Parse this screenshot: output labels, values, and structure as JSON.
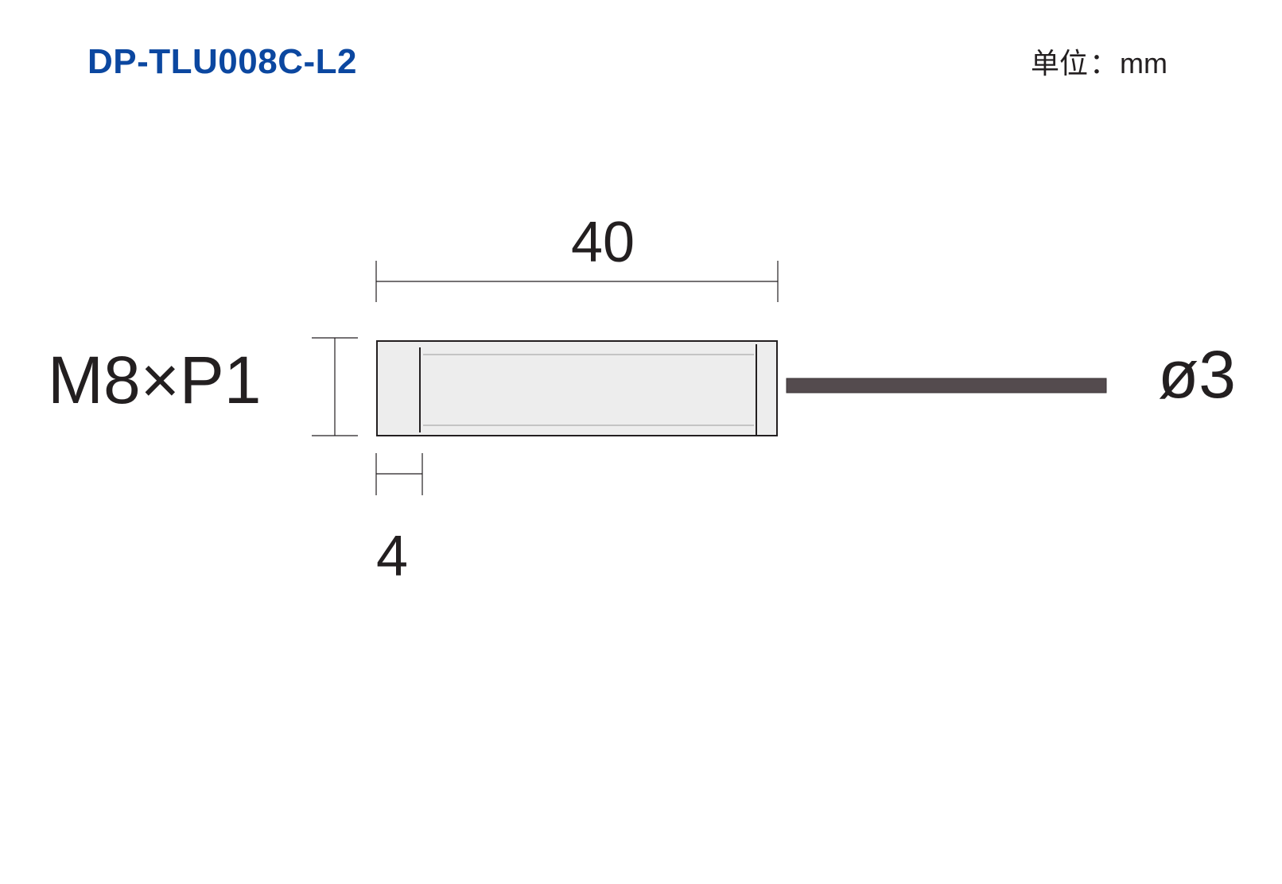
{
  "header": {
    "model": "DP-TLU008C-L2",
    "unit_label": "单位",
    "unit_separator": "：",
    "unit_value": "mm"
  },
  "dimensions": {
    "length": "40",
    "thread": "M8×P1",
    "cable_diameter": "ø3",
    "end_length": "4"
  },
  "colors": {
    "title": "#0b47a0",
    "line": "#231f20",
    "body_fill": "#ededed",
    "cable": "#544b4e"
  }
}
